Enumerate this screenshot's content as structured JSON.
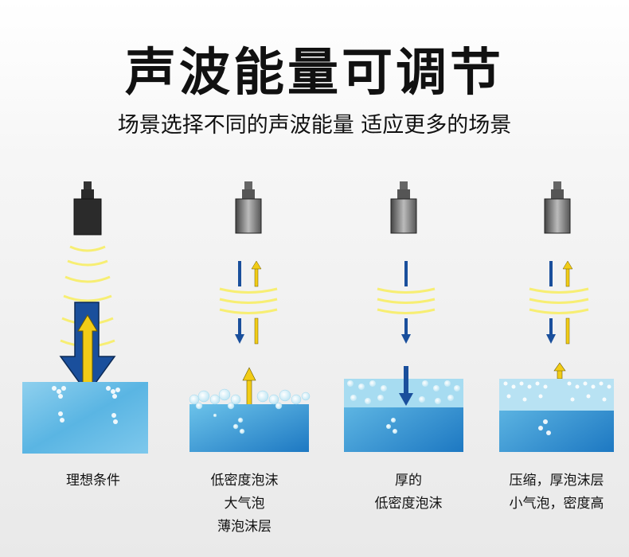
{
  "header": {
    "title": "声波能量可调节",
    "subtitle": "场景选择不同的声波能量 适应更多的场景"
  },
  "colors": {
    "blue_arrow": "#1a4f9c",
    "yellow_arrow": "#f2cc16",
    "wave": "#f7ee73",
    "water_top": "#5fb7e4",
    "water_bottom": "#1f7fc8",
    "sensor_dark": "#2a2a2a",
    "sensor_gray": "#8a8a8a"
  },
  "panels": [
    {
      "id": "ideal",
      "caption_lines": [
        "理想条件"
      ]
    },
    {
      "id": "low-density-large-bubbles",
      "caption_lines": [
        "低密度泡沫",
        "大气泡",
        "薄泡沫层"
      ]
    },
    {
      "id": "thick-low-density",
      "caption_lines": [
        "厚的",
        "低密度泡沫"
      ]
    },
    {
      "id": "compressed-thick-high-density",
      "caption_lines": [
        "压缩，厚泡沫层",
        "小气泡，密度高"
      ]
    }
  ]
}
